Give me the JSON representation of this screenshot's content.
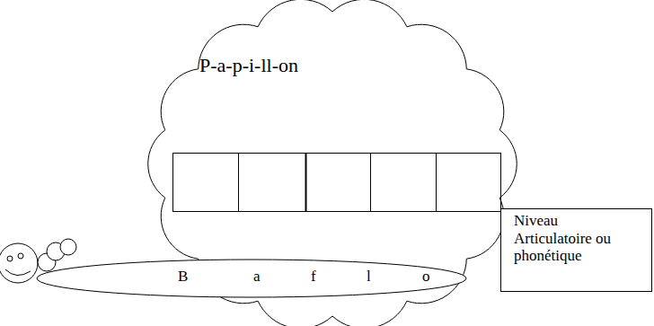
{
  "diagram": {
    "nodes": [
      {
        "text": [
          "P-a-p-i-ll-on"
        ]
      },
      {
        "text": [
          "B",
          "a",
          "f",
          "l",
          "o"
        ]
      },
      {
        "text": [
          "Niveau Articulatoire ou phonétique"
        ]
      }
    ]
  }
}
